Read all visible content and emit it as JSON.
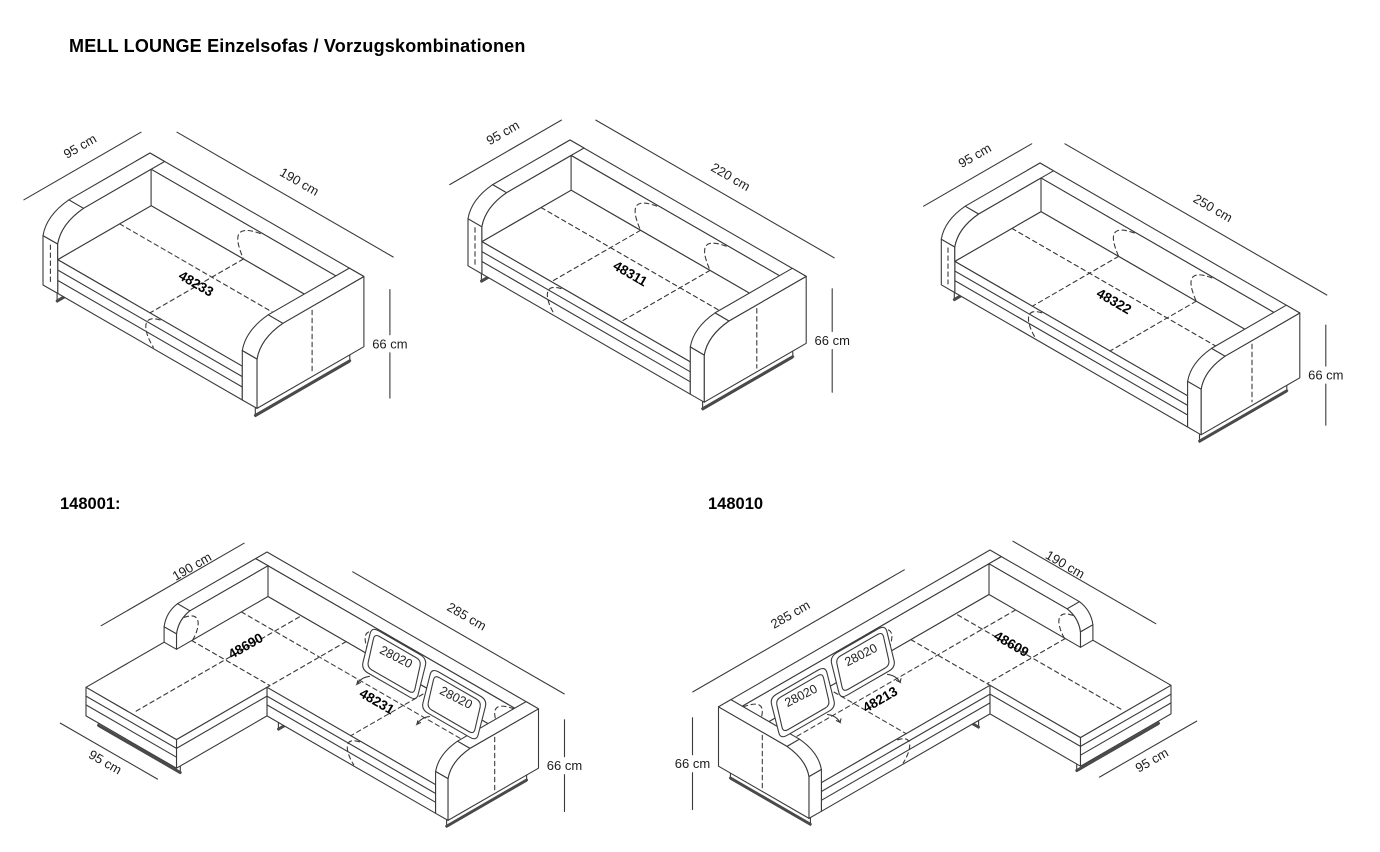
{
  "title": "MELL LOUNGE Einzelsofas / Vorzugskombinationen",
  "colors": {
    "line": "#3a3a3a",
    "runner_bar": "#4a4a4a",
    "text": "#1c1c1c",
    "background": "#ffffff"
  },
  "single_sofas": [
    {
      "model": "48233",
      "length_cm": 190,
      "depth_cm": 95,
      "height_cm": 66,
      "length_label": "190 cm",
      "depth_label": "95 cm",
      "height_label": "66 cm",
      "seat_seams": 1
    },
    {
      "model": "48311",
      "length_cm": 220,
      "depth_cm": 95,
      "height_cm": 66,
      "length_label": "220 cm",
      "depth_label": "95 cm",
      "height_label": "66 cm",
      "seat_seams": 2
    },
    {
      "model": "48322",
      "length_cm": 250,
      "depth_cm": 95,
      "height_cm": 66,
      "length_label": "250 cm",
      "depth_label": "95 cm",
      "height_label": "66 cm",
      "seat_seams": 2
    }
  ],
  "combinations": [
    {
      "code": "148001:",
      "mirrored": false,
      "sofa": {
        "model": "48231",
        "length_cm": 285,
        "length_label": "285 cm"
      },
      "chaise": {
        "model": "48690",
        "length_cm": 190,
        "length_label": "190 cm"
      },
      "cushions": [
        {
          "model": "28020"
        },
        {
          "model": "28020"
        }
      ],
      "depth_cm": 95,
      "depth_label": "95 cm",
      "height_cm": 66,
      "height_label": "66 cm"
    },
    {
      "code": "148010",
      "mirrored": true,
      "sofa": {
        "model": "48213",
        "length_cm": 285,
        "length_label": "285 cm"
      },
      "chaise": {
        "model": "48609",
        "length_cm": 190,
        "length_label": "190 cm"
      },
      "cushions": [
        {
          "model": "28020"
        },
        {
          "model": "28020"
        }
      ],
      "depth_cm": 95,
      "depth_label": "95 cm",
      "height_cm": 66,
      "height_label": "66 cm"
    }
  ]
}
